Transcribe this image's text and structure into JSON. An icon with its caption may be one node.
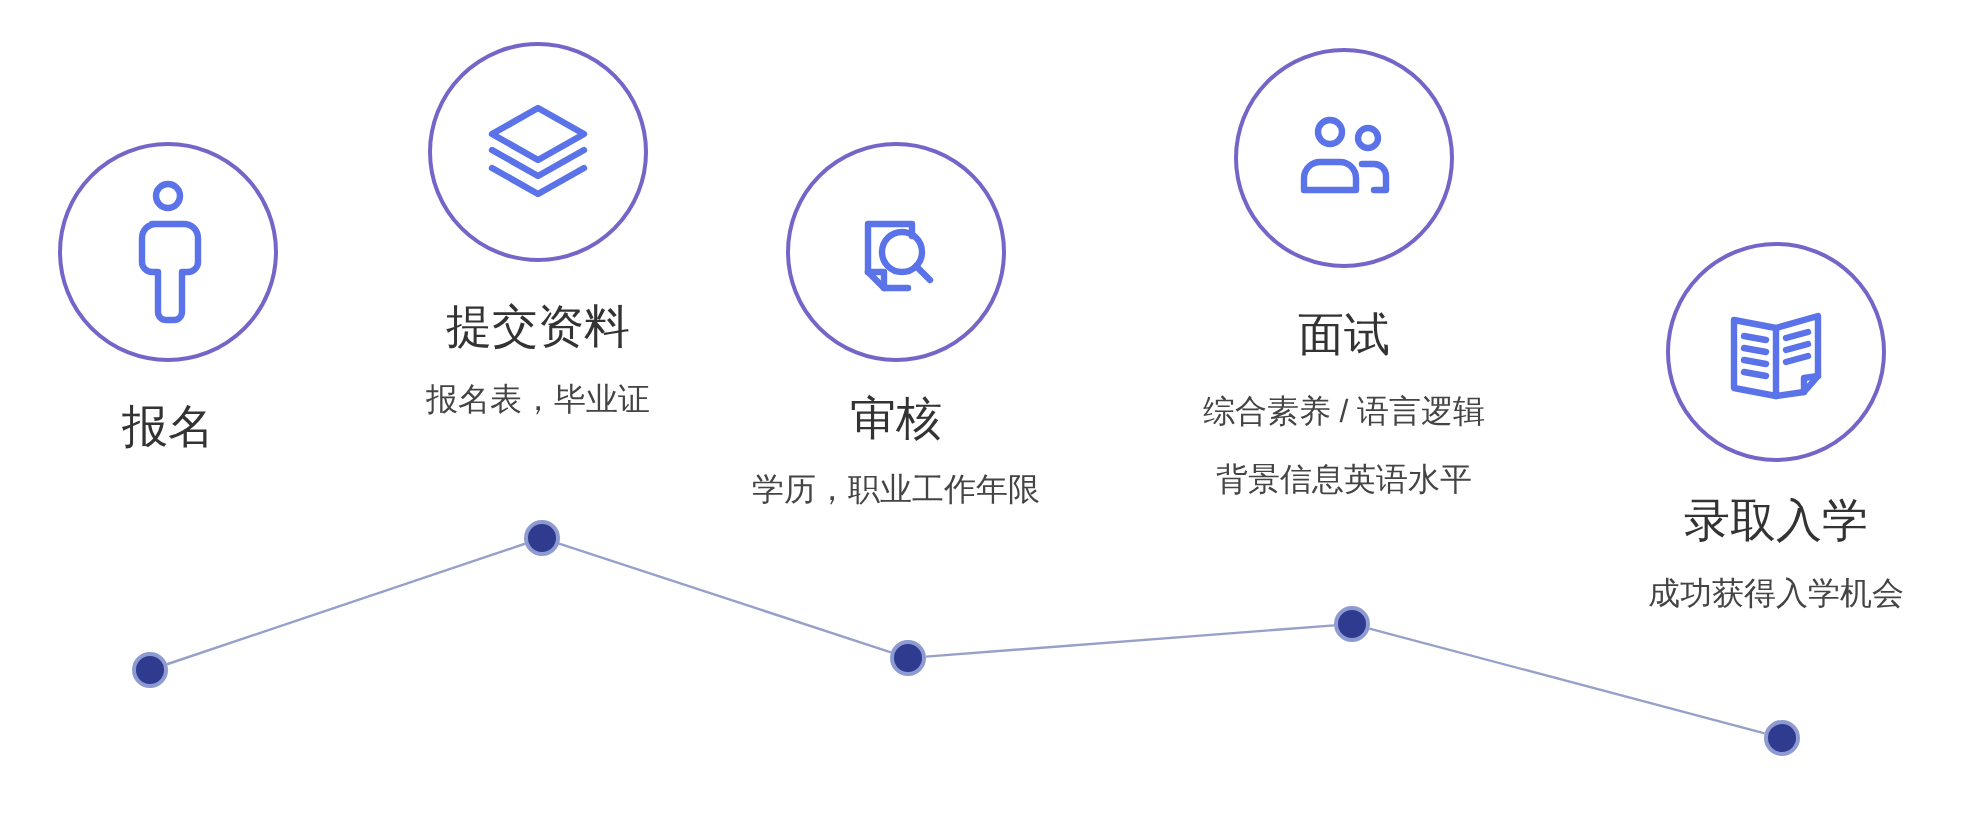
{
  "diagram": {
    "nodes": [
      {
        "text": [
          "报名"
        ]
      },
      {
        "text": [
          "提交资料",
          "报名表，毕业证"
        ]
      },
      {
        "text": [
          "审核",
          "学历，职业工作年限"
        ]
      },
      {
        "text": [
          "面试",
          "综合素养 / 语言逻辑背景信息英语水平"
        ]
      },
      {
        "text": [
          "录取入学",
          "成功获得入学机会"
        ]
      },
      {
        "text": [],
        "shape": "circle"
      },
      {
        "text": [],
        "shape": "circle"
      },
      {
        "text": [],
        "shape": "circle"
      },
      {
        "text": [],
        "shape": "circle"
      },
      {
        "text": [],
        "shape": "circle"
      }
    ],
    "edges": [
      {
        "from": 5,
        "to": 6,
        "arrow": "none"
      },
      {
        "from": 6,
        "to": 7,
        "arrow": "none"
      },
      {
        "from": 7,
        "to": 8,
        "arrow": "none"
      },
      {
        "from": 8,
        "to": 9,
        "arrow": "none"
      }
    ]
  }
}
